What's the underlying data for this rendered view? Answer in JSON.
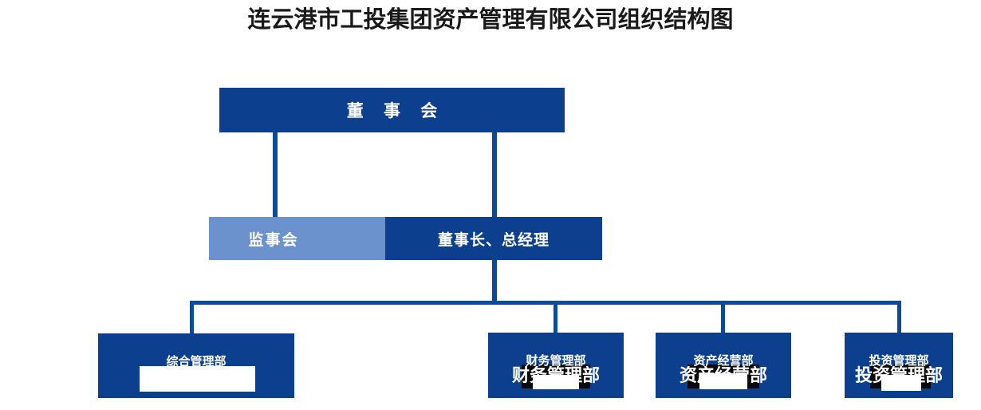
{
  "title": "连云港市工投集团资产管理有限公司组织结构图",
  "colors": {
    "primary_blue": "#0C3F8E",
    "light_blue": "#6B92CC",
    "connector_blue": "#0C4A9E",
    "title_text": "#1a1a1a",
    "node_text": "#ffffff",
    "background": "#ffffff"
  },
  "nodes": {
    "board": {
      "label": "董 事 会"
    },
    "supervisors": {
      "label": "监事会"
    },
    "chairman": {
      "label": "董事长、总经理"
    }
  },
  "departments": [
    {
      "label": "综合管理部",
      "ghost_label": "综合管理部"
    },
    {
      "label": "财务管理部",
      "ghost_label": "财务管理部"
    },
    {
      "label": "资产经营部",
      "ghost_label": "资产经营部"
    },
    {
      "label": "投资管理部",
      "ghost_label": "投资管理部"
    }
  ]
}
